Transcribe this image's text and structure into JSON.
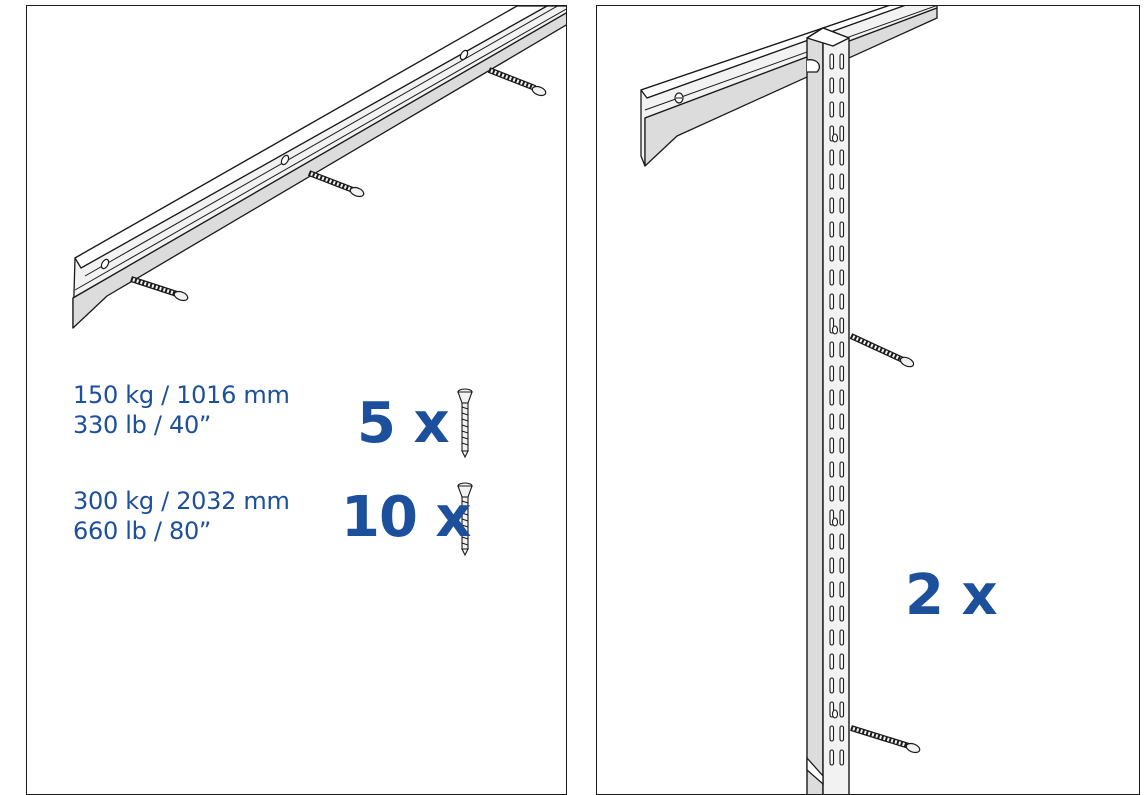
{
  "left_panel": {
    "spec1": {
      "line1": "150 kg / 1016 mm",
      "line2": "330 lb / 40”",
      "quantity": "5 x"
    },
    "spec2": {
      "line1": "300 kg / 2032 mm",
      "line2": "660 lb / 80”",
      "quantity": "10 x"
    }
  },
  "right_panel": {
    "quantity": "2 x"
  },
  "colors": {
    "accent": "#1c4f9c",
    "line": "#1a1a1a",
    "rail_light": "#f2f2f2",
    "rail_shade": "#dcdcdc"
  }
}
